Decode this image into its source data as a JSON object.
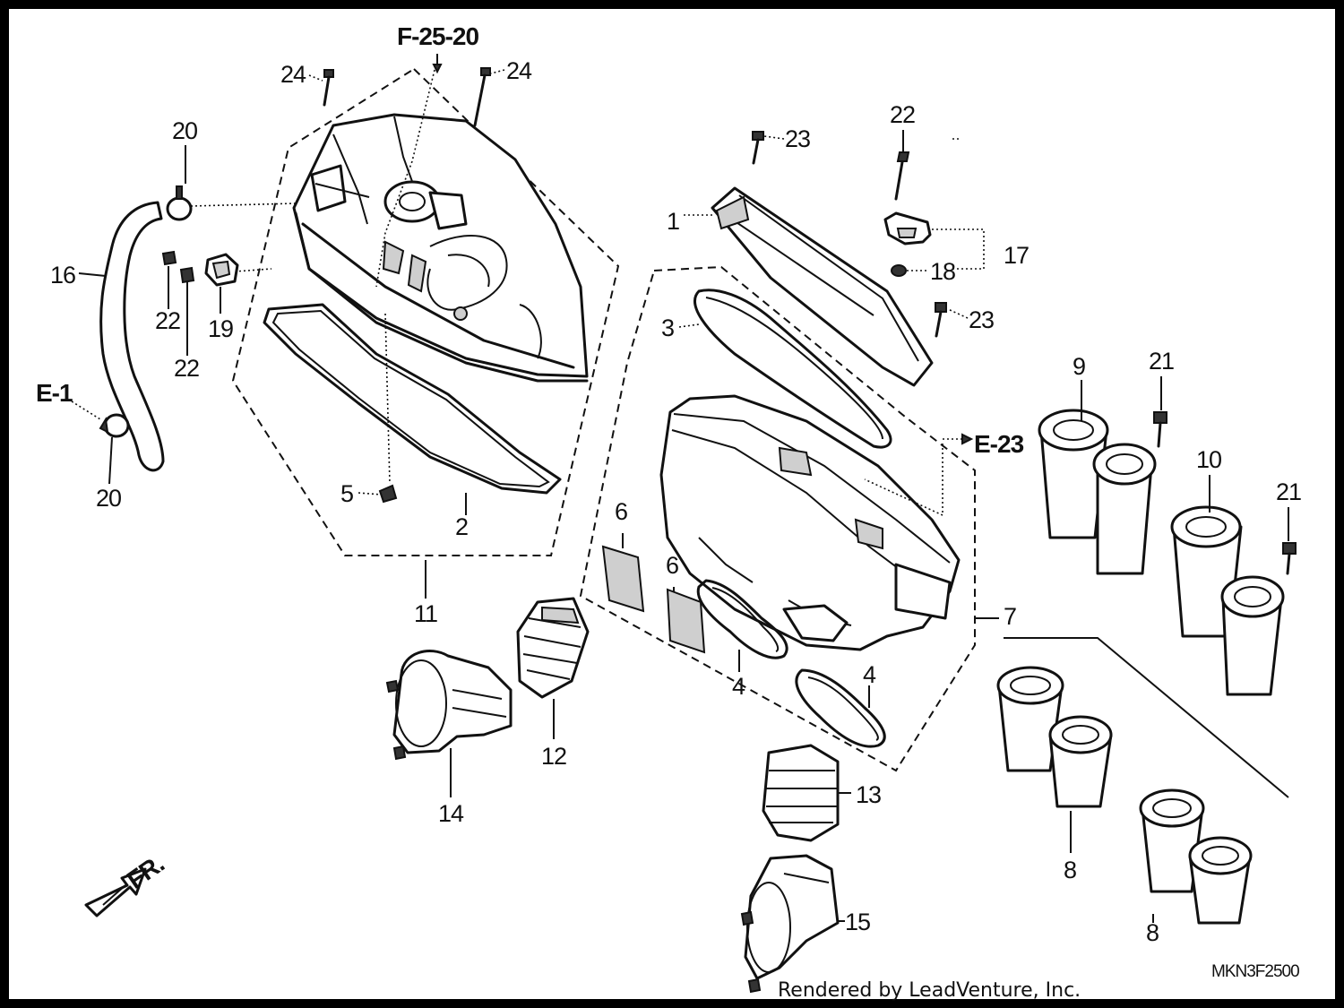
{
  "diagram": {
    "drawing_code": "MKN3F2500",
    "render_credit": "Rendered by LeadVenture, Inc.",
    "direction_label": "FR.",
    "references": [
      "F-25-20",
      "E-1",
      "E-23"
    ],
    "callouts": [
      "1",
      "2",
      "3",
      "4",
      "4",
      "5",
      "6",
      "6",
      "7",
      "8",
      "8",
      "9",
      "10",
      "11",
      "12",
      "13",
      "14",
      "15",
      "16",
      "17",
      "18",
      "19",
      "20",
      "20",
      "21",
      "21",
      "22",
      "22",
      "22",
      "23",
      "23",
      "24",
      "24"
    ]
  }
}
